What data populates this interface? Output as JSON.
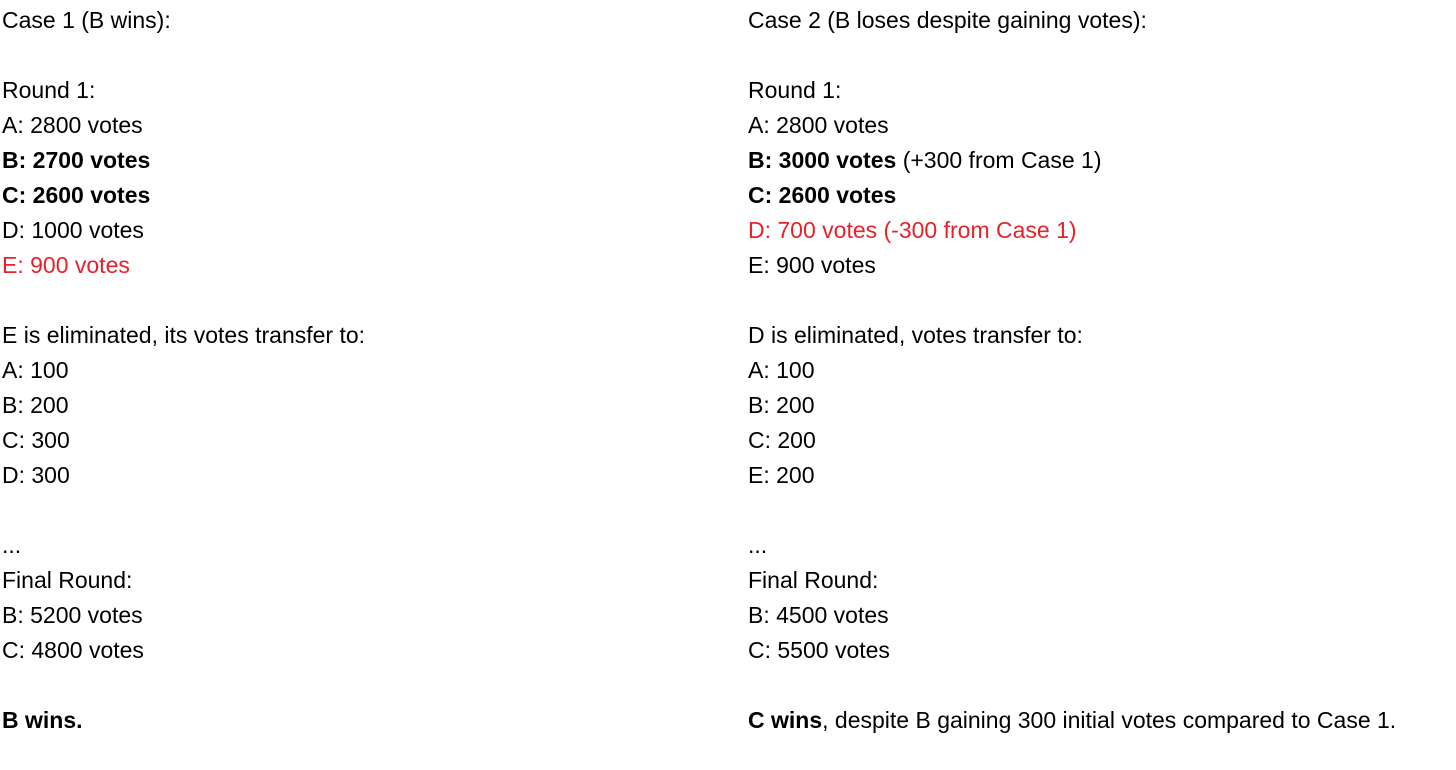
{
  "colors": {
    "highlight": "#e8222a",
    "text": "#000000"
  },
  "case1": {
    "title": "Case 1 (B wins):",
    "round1_label": "Round 1:",
    "round1": [
      {
        "text": "A: 2800 votes"
      },
      {
        "text": "B: 2700 votes"
      },
      {
        "text": "C: 2600 votes"
      },
      {
        "text": "D: 1000 votes"
      },
      {
        "text": "E: 900 votes"
      }
    ],
    "elimination": "E is eliminated, its votes transfer to:",
    "transfers": [
      "A: 100",
      "B: 200",
      "C: 300",
      "D: 300"
    ],
    "ellipsis": "...",
    "final_label": "Final Round:",
    "final": [
      "B: 5200 votes",
      "C: 4800 votes"
    ],
    "result": "B wins."
  },
  "case2": {
    "title": "Case 2 (B loses despite gaining votes):",
    "round1_label": "Round 1:",
    "round1": [
      {
        "text": "A: 2800 votes"
      },
      {
        "text": "B: 3000 votes",
        "note": " (+300 from Case 1)"
      },
      {
        "text": "C: 2600 votes"
      },
      {
        "text": "D: 700 votes (-300 from Case 1)"
      },
      {
        "text": "E: 900 votes"
      }
    ],
    "elimination": "D is eliminated, votes transfer to:",
    "transfers": [
      "A: 100",
      "B: 200",
      "C: 200",
      "E: 200"
    ],
    "ellipsis": "...",
    "final_label": "Final Round:",
    "final": [
      "B: 4500 votes",
      "C: 5500 votes"
    ],
    "result_bold": "C wins",
    "result_rest": ", despite B gaining 300 initial votes compared to Case 1."
  }
}
